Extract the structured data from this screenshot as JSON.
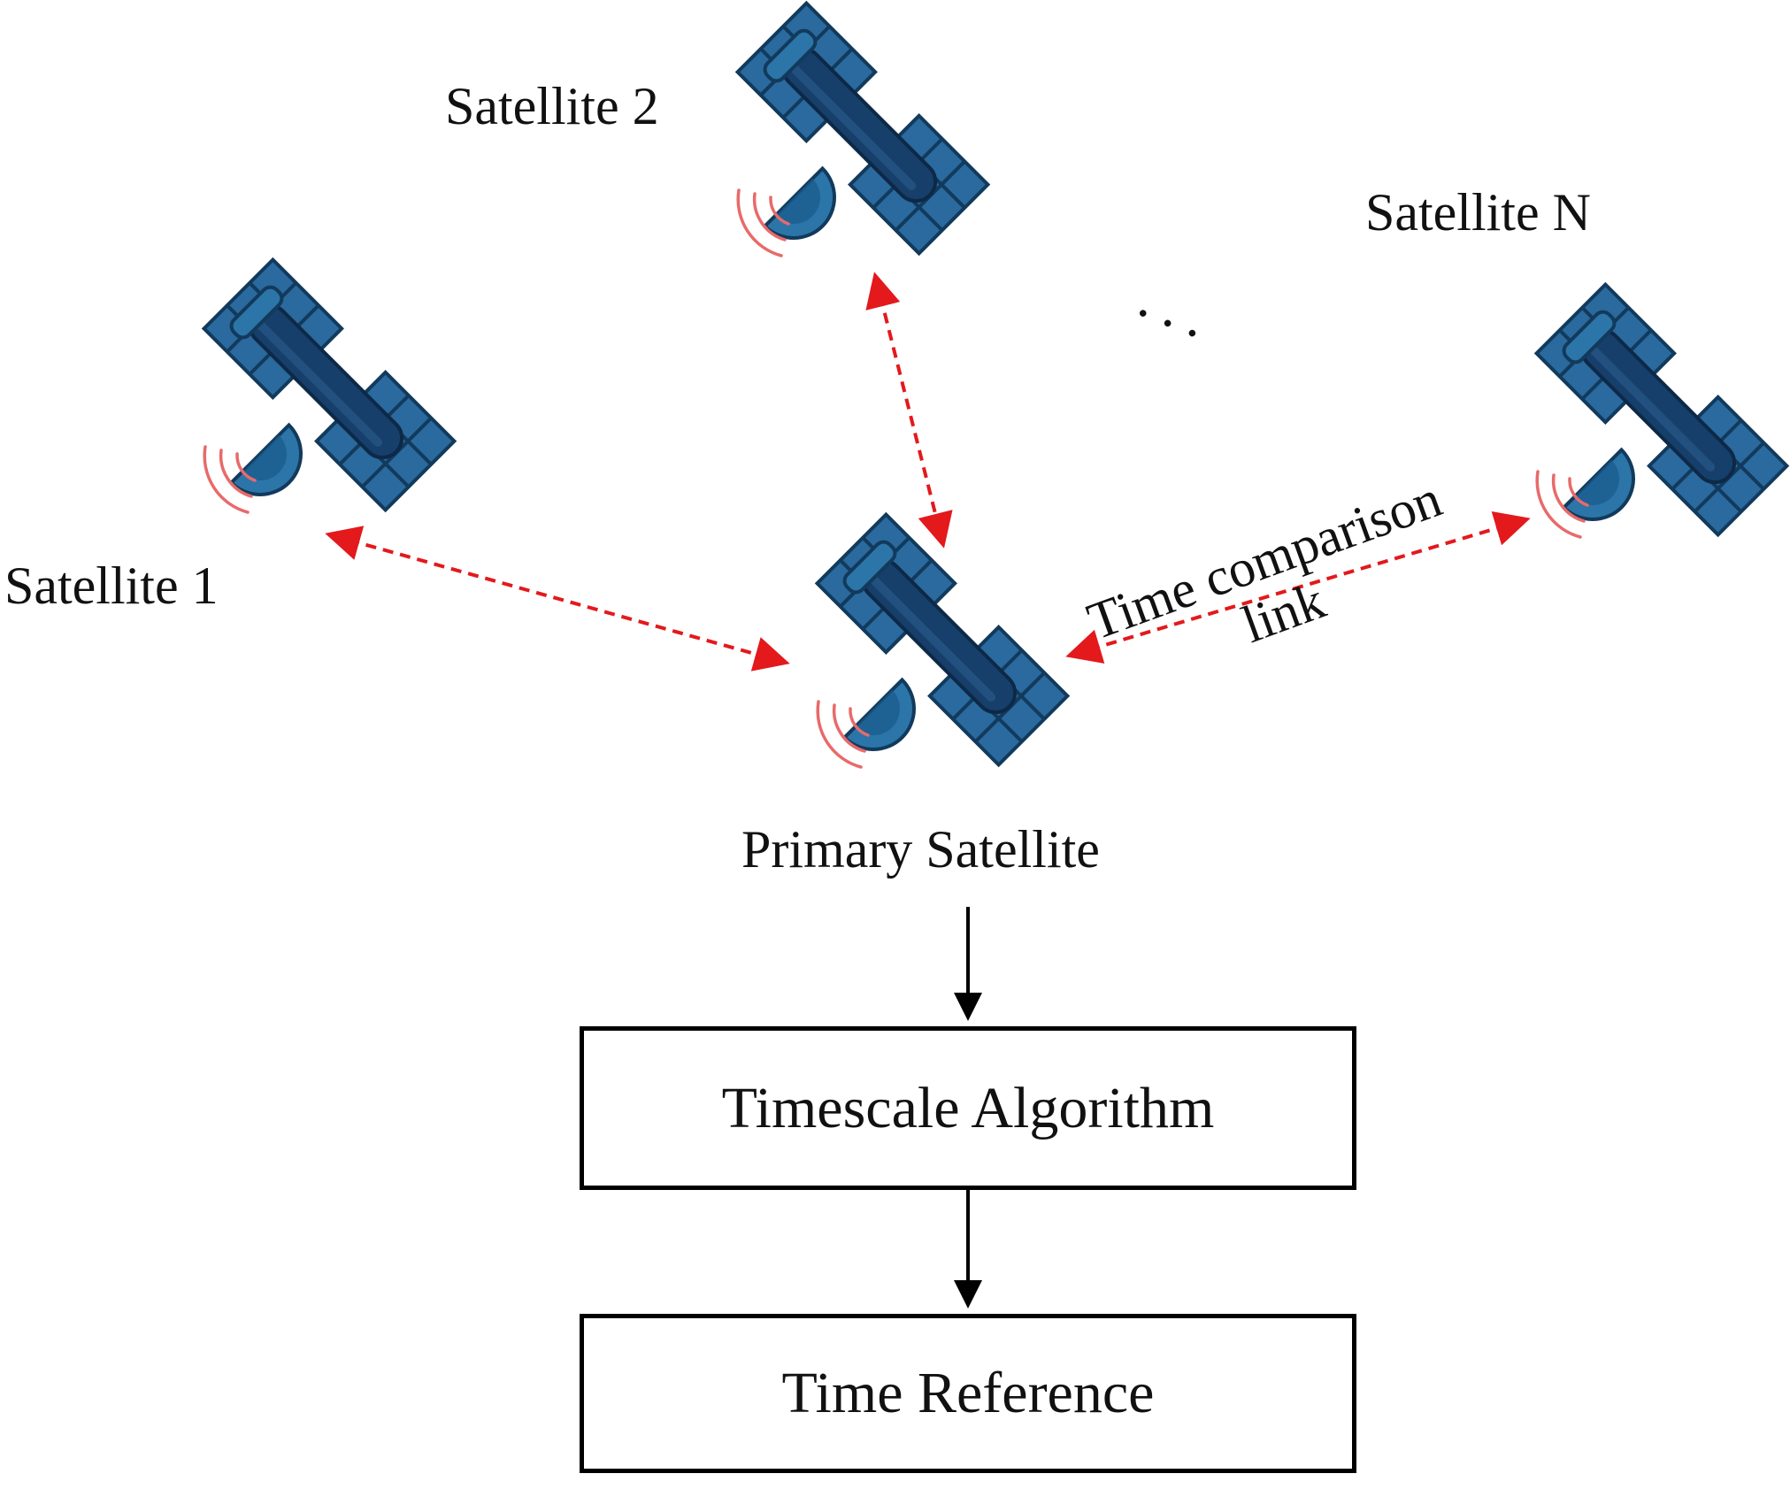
{
  "labels": {
    "satellite_1": "Satellite 1",
    "satellite_2": "Satellite 2",
    "satellite_n": "Satellite N",
    "ellipsis": "...",
    "primary": "Primary  Satellite",
    "link_line1": "Time comparison",
    "link_line2": "link"
  },
  "boxes": {
    "algorithm": "Timescale  Algorithm",
    "reference": "Time Reference"
  },
  "colors": {
    "panel_fill": "#2a6a9e",
    "panel_stroke": "#123a5c",
    "body": "#163f6b",
    "dish": "#2c75a8",
    "signal": "#e86a6a",
    "link_arrow": "#e3191c",
    "flow_arrow": "#000000"
  },
  "icons": {
    "satellite": "satellite-icon",
    "signal": "signal-waves-icon"
  }
}
